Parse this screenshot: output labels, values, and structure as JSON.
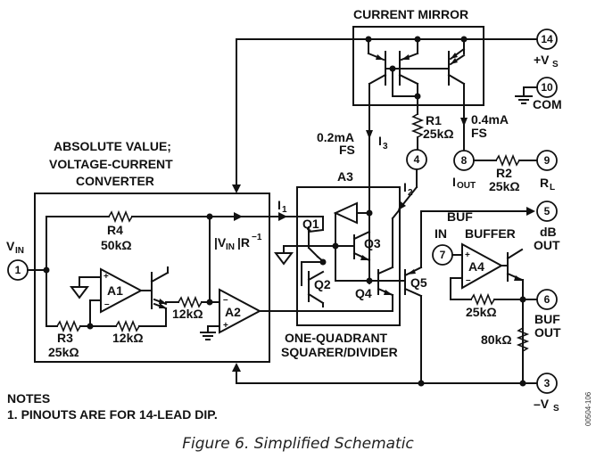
{
  "figure": {
    "caption": "Figure 6. Simplified Schematic",
    "code": "00504-106",
    "notes_title": "NOTES",
    "notes": [
      "1. PINOUTS ARE FOR 14-LEAD DIP."
    ]
  },
  "blocks": {
    "current_mirror": "CURRENT MIRROR",
    "abs_value": [
      "ABSOLUTE VALUE;",
      "VOLTAGE-CURRENT",
      "CONVERTER"
    ],
    "squarer": [
      "ONE-QUADRANT",
      "SQUARER/DIVIDER"
    ],
    "a3": "A3",
    "buffer": "BUFFER"
  },
  "pins": [
    {
      "num": "14",
      "label": "+V",
      "sub": "S"
    },
    {
      "num": "10",
      "label": "COM"
    },
    {
      "num": "4",
      "label": ""
    },
    {
      "num": "8",
      "label": "I",
      "sub": "OUT"
    },
    {
      "num": "9",
      "label": "R",
      "sub": "L"
    },
    {
      "num": "5",
      "label": "dB",
      "label2": "OUT"
    },
    {
      "num": "7",
      "label": "IN",
      "label_top": "BUF"
    },
    {
      "num": "6",
      "label": "BUF",
      "label2": "OUT"
    },
    {
      "num": "1",
      "label": "V",
      "sub": "IN"
    },
    {
      "num": "3",
      "label": "–V",
      "sub": "S"
    }
  ],
  "components": {
    "r1": {
      "name": "R1",
      "value": "25kΩ"
    },
    "r2": {
      "name": "R2",
      "value": "25kΩ"
    },
    "r3": {
      "name": "R3",
      "value": "25kΩ"
    },
    "r4": {
      "name": "R4",
      "value": "50kΩ"
    },
    "r_12k_a": "12kΩ",
    "r_12k_b": "12kΩ",
    "r_buf_fb": "25kΩ",
    "r_buf_out": "80kΩ",
    "amps": [
      "A1",
      "A2",
      "A4"
    ],
    "transistors": [
      "Q1",
      "Q2",
      "Q3",
      "Q4",
      "Q5"
    ]
  },
  "currents": {
    "i1": "I",
    "i1_sub": "1",
    "i2": "I",
    "i2_sub": "2",
    "i3": "I",
    "i3_sub": "3",
    "fs_left": "0.2mA",
    "fs_left2": "FS",
    "fs_right": "0.4mA",
    "fs_right2": "FS",
    "vin_r": "|V",
    "vin_r_sub": "IN",
    "vin_r_tail": "|R",
    "vin_r_sup": "−1"
  },
  "opamp_signs": {
    "plus": "+",
    "minus": "–"
  }
}
